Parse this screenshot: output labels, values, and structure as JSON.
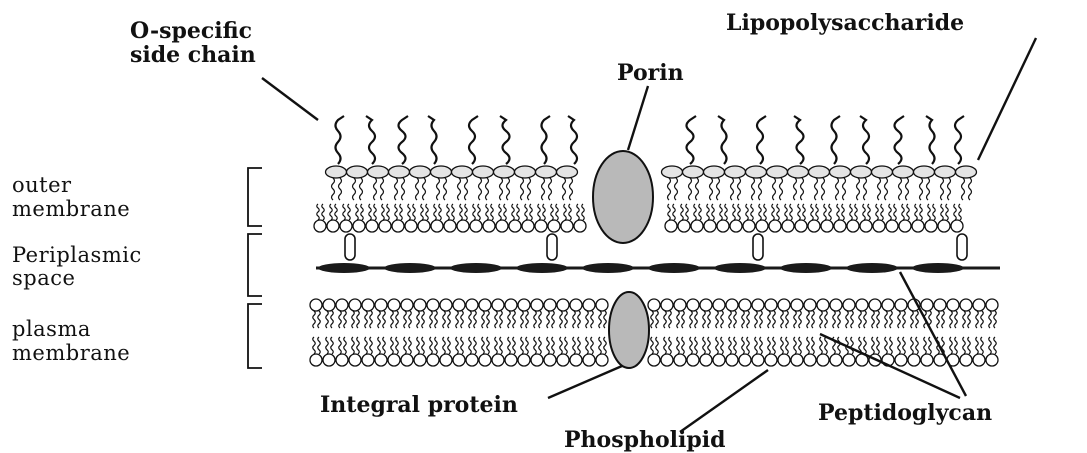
{
  "labels": {
    "o_specific_line1": "O-specific",
    "o_specific_line2": "side chain",
    "lipopolysaccharide": "Lipopolysaccharide",
    "porin": "Porin",
    "outer_membrane_line1": "outer",
    "outer_membrane_line2": "membrane",
    "periplasmic_line1": "Periplasmic",
    "periplasmic_line2": "space",
    "plasma_membrane_line1": "plasma",
    "plasma_membrane_line2": "membrane",
    "integral_protein": "Integral protein",
    "phospholipid": "Phospholipid",
    "peptidoglycan": "Peptidoglycan"
  },
  "colors": {
    "ink": "#111111",
    "protein_fill": "#b9b9b9",
    "lps_head_fill": "#e4e4e4",
    "peptidoglycan_fill": "#1a1a1a",
    "background": "#ffffff"
  }
}
